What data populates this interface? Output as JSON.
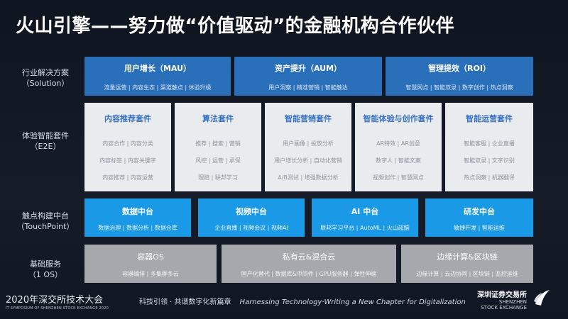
{
  "title": "火山引擎——努力做“价值驱动”的金融机构合作伙伴",
  "rows": {
    "solution": {
      "cn": "行业解决方案",
      "en": "（Solution）"
    },
    "e2e": {
      "cn": "体验智能套件",
      "en": "（E2E）"
    },
    "touchpoint": {
      "cn": "触点构建中台",
      "en": "（TouchPoint）"
    },
    "os": {
      "cn": "基础服务",
      "en": "（1 OS）"
    }
  },
  "solutions": [
    {
      "title": "用户增长（MAU）",
      "items": "流量运营 | 内容生态 | 渠道触点 | 体验升级"
    },
    {
      "title": "资产提升（AUM）",
      "items": "用户洞察 | 精准营销 | 智能触达"
    },
    {
      "title": "管理提效（ROI）",
      "items": "智慧网点 | 智能双录 | 数字创作 | 热点洞察"
    }
  ],
  "suites": [
    {
      "title": "内容推荐套件",
      "lines": [
        "内容合作 | 内容分类",
        "内容标签 | 内容关键字",
        "内容推荐 | 内容运营"
      ]
    },
    {
      "title": "算法套件",
      "lines": [
        "推荐 | 搜索 | 营销",
        "风控 | 运营 | 承保",
        "理赔 | 联邦学习"
      ]
    },
    {
      "title": "智能营销套件",
      "lines": [
        "用户画像 | 投放分析",
        "用户增长分析 | 自动化营销",
        "A/B测试 | 增强数据分析"
      ]
    },
    {
      "title": "智能体验与创作套件",
      "lines": [
        "AR特效 | AR创意",
        "数字人 | 智能文案",
        "视频创作 | 智慧网点"
      ]
    },
    {
      "title": "智能运营套件",
      "lines": [
        "智能客服 | 企业直播",
        "智能双录 | 文字识别",
        "热点洞察 | 机器翻译"
      ]
    }
  ],
  "platforms": [
    {
      "title": "数据中台",
      "items": "数据治理 | 数据分析 | 数据仓库"
    },
    {
      "title": "视频中台",
      "items": "企业直播 | 视频会议 | 视频AI"
    },
    {
      "title": "AI 中台",
      "items": "联邦学习平台 | AutoML | 火山超脑"
    },
    {
      "title": "研发中台",
      "items": "敏捷开发 | 智能运维"
    }
  ],
  "base": [
    {
      "title": "容器OS",
      "items": "容器编排 | 多集群多云"
    },
    {
      "title": "私有云&混合云",
      "items": "国产化替代 | 数据库&中间件 | GPU服务器 | 弹性伸缩"
    },
    {
      "title": "边缘计算&区块链",
      "items": "边缘计算 | 云边协同 | 区块链 | 监控运维"
    }
  ],
  "footer": {
    "event": "2020年深交所技术大会",
    "event_en": "IT SYMPOSIUM OF SHENZHEN STOCK EXCHANGE 2020",
    "slogan_cn": "科技引领 · 共谱数字化新篇章",
    "slogan_en": "Harnessing Technology·Writing a New Chapter for Digitalization",
    "org_cn": "深圳证券交易所",
    "org_en1": "SHENZHEN",
    "org_en2": "STOCK EXCHANGE"
  },
  "colors": {
    "blue": "#2a6fba",
    "cyan": "#1a99e6",
    "light": "#e9ecef",
    "gray": "#a5a8ad",
    "background": "#121923"
  },
  "icons": {
    "logo": "szse-logo-icon"
  }
}
